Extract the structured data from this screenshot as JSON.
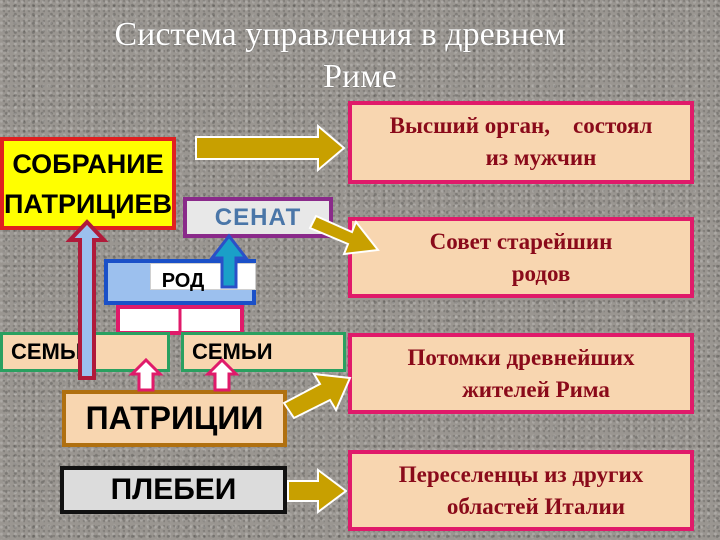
{
  "title": {
    "line1": "Система управления в древнем",
    "line2": "Риме"
  },
  "left": {
    "sobranie": [
      "СОБРАНИЕ",
      "ПАТРИЦИЕВ"
    ],
    "senat": "СЕНАТ",
    "rod": "РОД",
    "semyi_left": "СЕМЬИ",
    "semyi_right": "СЕМЬИ",
    "patricii": "ПАТРИЦИИ",
    "plebei": "ПЛЕБЕИ"
  },
  "right": [
    {
      "line1": "Высший орган,    состоял",
      "line2": "из мужчин"
    },
    {
      "line1": "Совет старейшин",
      "line2": "родов"
    },
    {
      "line1": "Потомки древнейших",
      "line2": "жителей Рима"
    },
    {
      "line1": "Переселенцы из других",
      "line2": "областей Италии"
    }
  ],
  "colors": {
    "arrow_gold": "#c8a000",
    "arrow_border": "#ffffff",
    "box_fill": "#f8d6b0",
    "box_border": "#e01a6a",
    "text_dark_red": "#8a0a1a"
  }
}
